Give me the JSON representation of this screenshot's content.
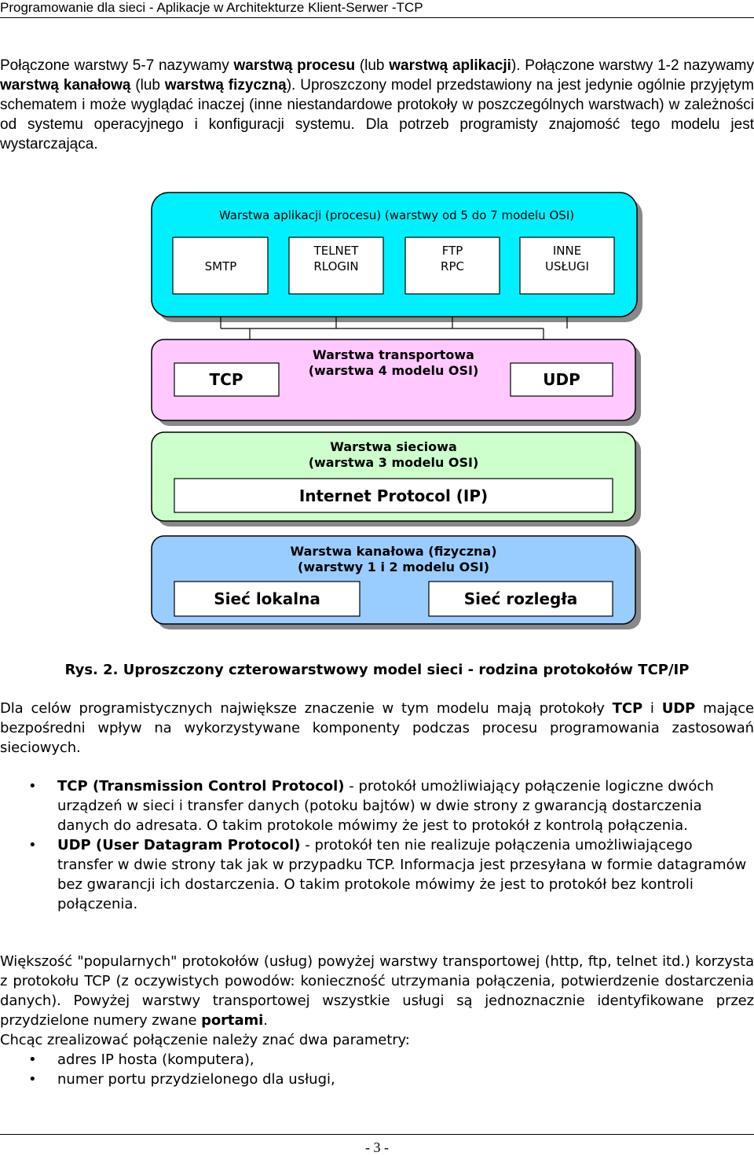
{
  "header": {
    "title": "Programowanie dla sieci - Aplikacje w Architekturze Klient-Serwer -TCP"
  },
  "intro": {
    "s1_a": "Połączone warstwy 5-7 nazywamy ",
    "s1_b1": "warstwą procesu",
    "s1_c": " (lub ",
    "s1_b2": "warstwą aplikacji",
    "s1_d": "). Połączone warstwy 1-2 nazywamy ",
    "s1_b3": "warstwą kanałową",
    "s1_e": " (lub ",
    "s1_b4": "warstwą fizyczną",
    "s1_f": ").",
    "s2": "Uproszczony model przedstawiony na jest jedynie ogólnie przyjętym schematem i może wyglądać inaczej (inne niestandardowe protokoły w poszczególnych warstwach) w zależności od systemu operacyjnego i konfiguracji systemu. Dla potrzeb programisty znajomość tego modelu jest wystarczająca."
  },
  "diagram": {
    "app_layer_title": "Warstwa aplikacji (procesu) (warstwy od 5 do 7 modelu OSI)",
    "app_boxes": [
      {
        "line1": "SMTP",
        "line2": ""
      },
      {
        "line1": "TELNET",
        "line2": "RLOGIN"
      },
      {
        "line1": "FTP",
        "line2": "RPC"
      },
      {
        "line1": "INNE",
        "line2": "USŁUGI"
      }
    ],
    "transport_title_1": "Warstwa transportowa",
    "transport_title_2": "(warstwa 4 modelu OSI)",
    "tcp": "TCP",
    "udp": "UDP",
    "network_title_1": "Warstwa sieciowa",
    "network_title_2": "(warstwa 3 modelu OSI)",
    "ip": "Internet Protocol (IP)",
    "link_title_1": "Warstwa kanałowa (fizyczna)",
    "link_title_2": "(warstwy 1 i 2 modelu OSI)",
    "lan": "Sieć lokalna",
    "wan": "Sieć rozległa",
    "colors": {
      "app": "#00f0ff",
      "transport": "#ffc8ff",
      "network": "#ccffcc",
      "link": "#99ccff"
    }
  },
  "figure_caption": "Rys. 2. Uproszczony czterowarstwowy model sieci - rodzina protokołów TCP/IP",
  "para2": {
    "a": "Dla celów programistycznych największe znaczenie w tym modelu mają protokoły ",
    "b1": "TCP",
    "c": " i ",
    "b2": "UDP",
    "d": " mające bezpośredni wpływ na wykorzystywane komponenty podczas procesu programowania zastosowań sieciowych."
  },
  "protocols": [
    {
      "bold": "TCP (Transmission Control Protocol)",
      "text": " - protokół umożliwiający połączenie logiczne dwóch urządzeń w sieci i transfer danych (potoku bajtów) w dwie strony z gwarancją dostarczenia danych do adresata. O takim protokole mówimy że jest to protokół z kontrolą połączenia."
    },
    {
      "bold": "UDP (User Datagram Protocol)",
      "text": " - protokół ten nie realizuje połączenia umożliwiającego transfer w dwie strony tak jak w przypadku TCP. Informacja jest przesyłana w formie datagramów bez gwarancji ich dostarczenia. O takim protokole mówimy że jest to protokół bez kontroli połączenia."
    }
  ],
  "para3": {
    "a": "Większość \"popularnych\" protokołów (usług) powyżej warstwy transportowej (http, ftp, telnet itd.) korzysta z protokołu TCP (z oczywistych powodów: konieczność utrzymania połączenia, potwierdzenie dostarczenia danych). Powyżej warstwy transportowej wszystkie usługi są jednoznacznie identyfikowane przez przydzielone numery zwane ",
    "b": "portami",
    "c": "."
  },
  "para4": "Chcąc zrealizować połączenie należy znać dwa parametry:",
  "params": [
    "adres IP hosta (komputera),",
    "numer portu przydzielonego dla usługi,"
  ],
  "footer": {
    "page": "- 3 -"
  }
}
